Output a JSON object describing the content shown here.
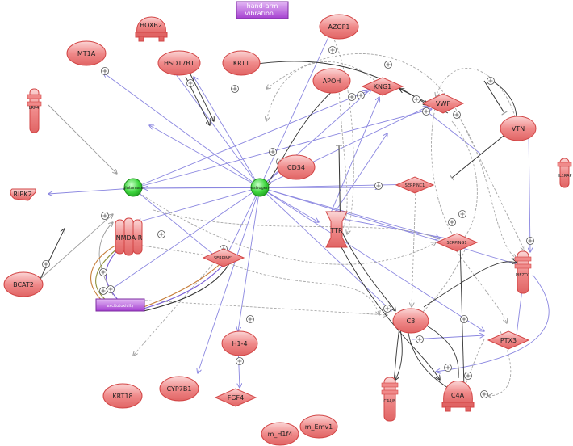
{
  "colors": {
    "gene_fill": "#f2a0a0",
    "gene_fill_light": "#fbd0d0",
    "gene_stroke": "#d24545",
    "metabolite_fill": "#3fd63f",
    "phenotype_fill": "#b455d8",
    "edge_blue": "#8a86e0",
    "edge_gray": "#9c9c9c",
    "edge_dark": "#333333"
  },
  "nodes": {
    "hand_arm_vibration": {
      "line1": "hand-arm",
      "line2": "vibration..."
    },
    "hoxb2": "HOXB2",
    "azgp1": "AZGP1",
    "mt1a": "MT1A",
    "hsd17b1": "HSD17B1",
    "krt1": "KRT1",
    "apoh": "APOH",
    "kng1": "KNG1",
    "vwf": "VWF",
    "vtn": "VTN",
    "left_receptor": "LRP4",
    "right_receptor": "IL1RAP",
    "cd34": "CD34",
    "glutamate": "glutamate",
    "estrogen": "estrogen",
    "serpinc1": "SERPINC1",
    "ripk2": "RIPK2",
    "nmdar": "NMDA-R",
    "ttr": "TTR",
    "serping1": "SERPING1",
    "serpinf1": "SERPINF1",
    "bcat2": "BCAT2",
    "right_channel": "PIEZO1",
    "excitotoxicity": "excitotoxicity",
    "c3": "C3",
    "h1_4": "H1-4",
    "ptx3": "PTX3",
    "fgf4": "FGF4",
    "krt18": "KRT18",
    "cyp7b1": "CYP7B1",
    "c4b": "C4A/B",
    "c4a": "C4A",
    "m_h1f4": "m_H1f4",
    "m_emv1": "m_Emv1"
  }
}
